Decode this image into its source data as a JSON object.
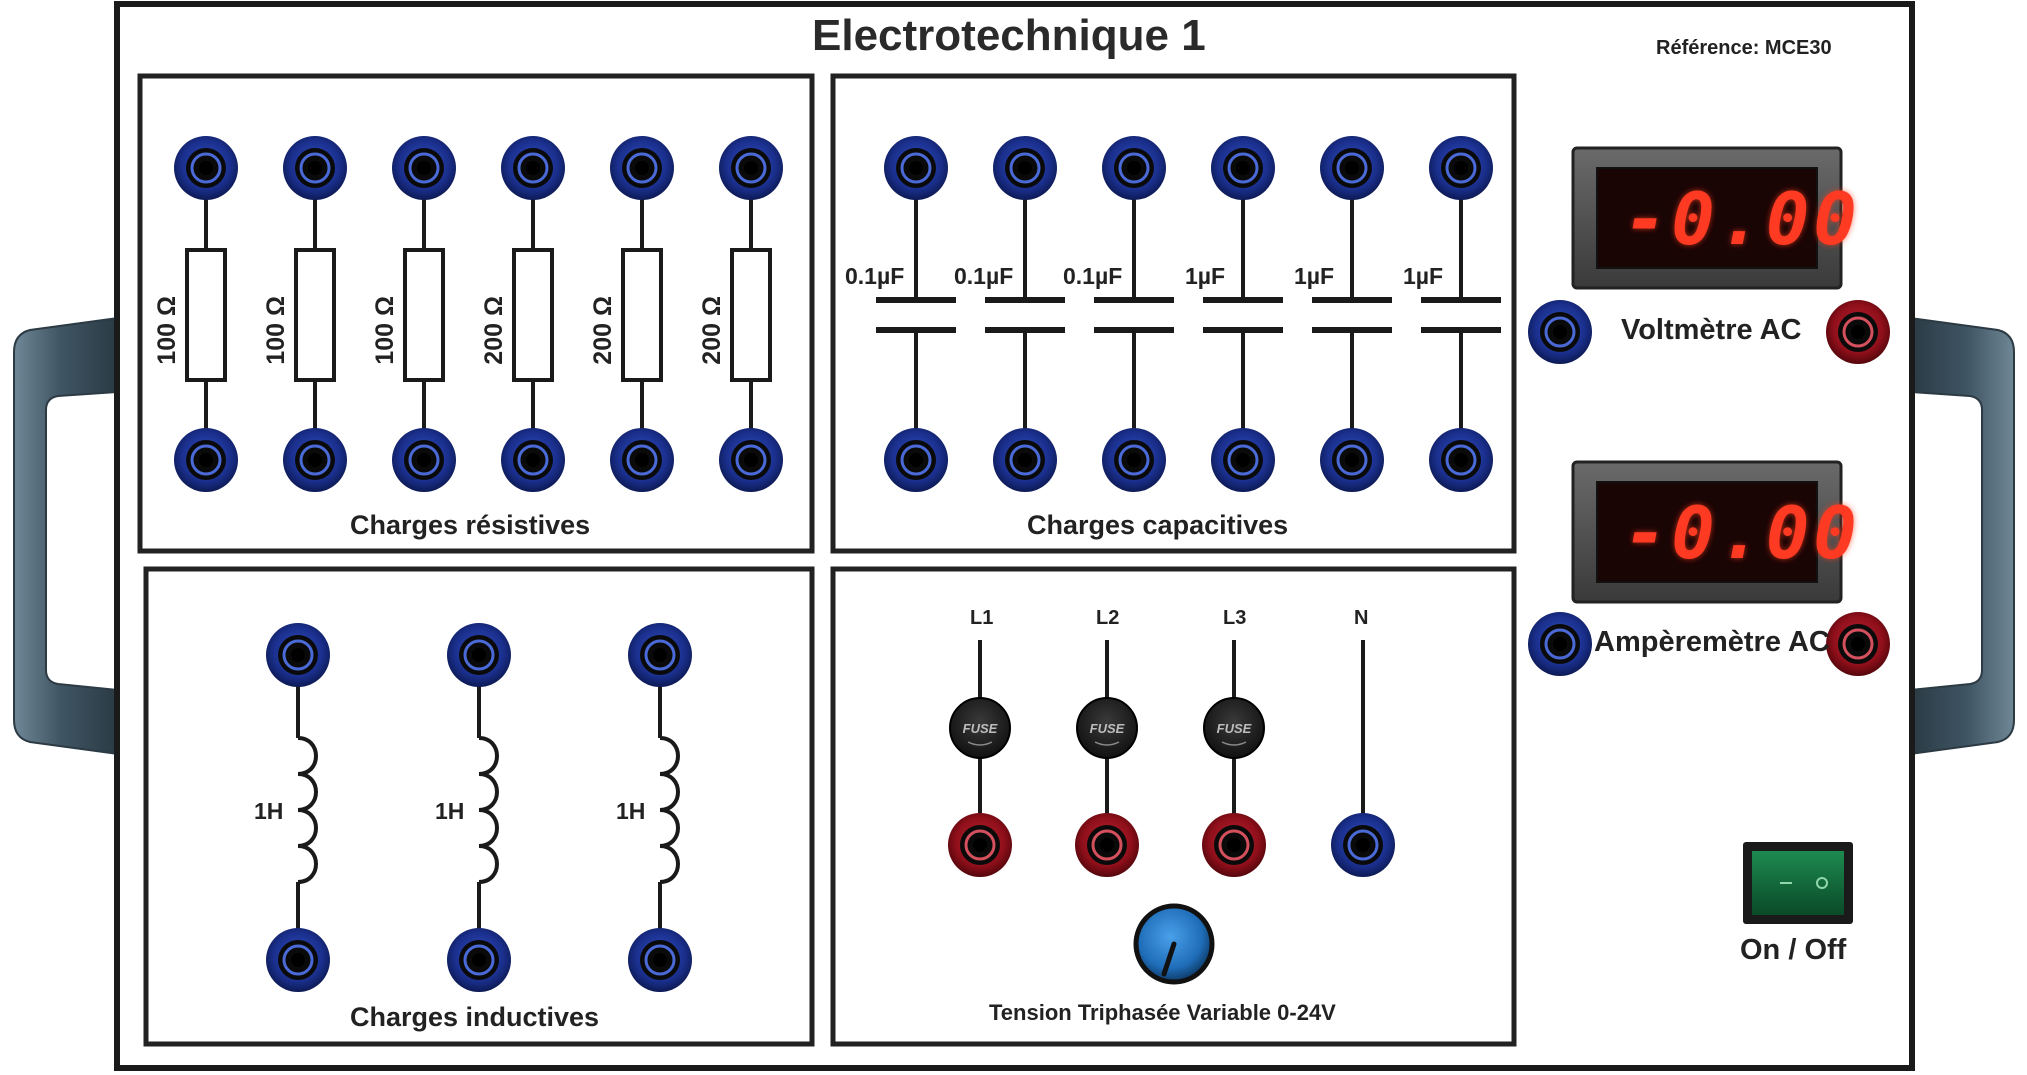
{
  "panel": {
    "title": "Electrotechnique 1",
    "reference": "Référence: MCE30"
  },
  "resistive": {
    "label": "Charges résistives",
    "values": [
      "100 Ω",
      "100 Ω",
      "100 Ω",
      "200 Ω",
      "200 Ω",
      "200 Ω"
    ]
  },
  "capacitive": {
    "label": "Charges capacitives",
    "values": [
      "0.1µF",
      "0.1µF",
      "0.1µF",
      "1µF",
      "1µF",
      "1µF"
    ]
  },
  "inductive": {
    "label": "Charges inductives",
    "values": [
      "1H",
      "1H",
      "1H"
    ]
  },
  "supply": {
    "label": "Tension Triphasée Variable 0-24V",
    "phases": [
      "L1",
      "L2",
      "L3",
      "N"
    ],
    "fuse_text": "FUSE"
  },
  "voltmeter": {
    "label": "Voltmètre AC",
    "reading": "-0.00"
  },
  "ammeter": {
    "label": "Ampèremètre AC",
    "reading": "-0.00"
  },
  "power": {
    "label": "On / Off"
  },
  "colors": {
    "terminal_blue": "#1a2f8c",
    "terminal_red": "#8e0f1a",
    "led_red": "#ff3a22",
    "switch_green": "#0f6b3a",
    "knob_blue": "#1f6db8"
  }
}
